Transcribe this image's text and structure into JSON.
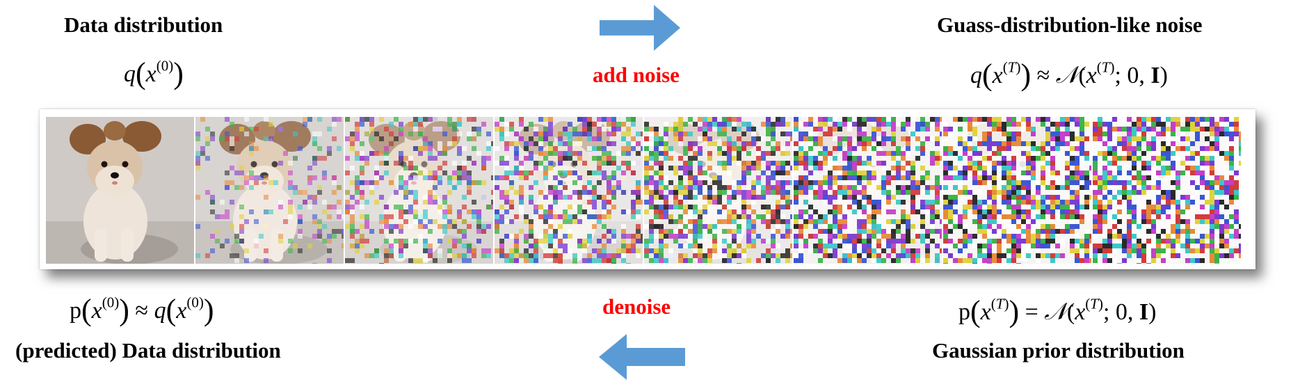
{
  "top_left": {
    "title": "Data distribution",
    "formula": "q(x^(0))"
  },
  "top_right": {
    "title": "Guass-distribution-like noise",
    "formula": "q(x^(T)) ≈ 𝒩(x^(T); 0, I)"
  },
  "forward": {
    "label": "add noise",
    "color": "#ff0000",
    "arrow_color": "#5b9bd5"
  },
  "reverse": {
    "label": "denoise",
    "color": "#ff0000",
    "arrow_color": "#5b9bd5"
  },
  "bottom_left": {
    "title": "(predicted) Data distribution",
    "formula": "p(x^(0)) ≈ q(x^(0))"
  },
  "bottom_right": {
    "title": "Gaussian prior distribution",
    "formula": "p(x^(T)) = 𝒩(x^(T); 0, I)"
  },
  "image_strip": {
    "frame_count": 8,
    "subject": "dog",
    "noise_levels": [
      0.0,
      0.22,
      0.45,
      0.62,
      0.78,
      0.9,
      0.97,
      1.0
    ]
  }
}
